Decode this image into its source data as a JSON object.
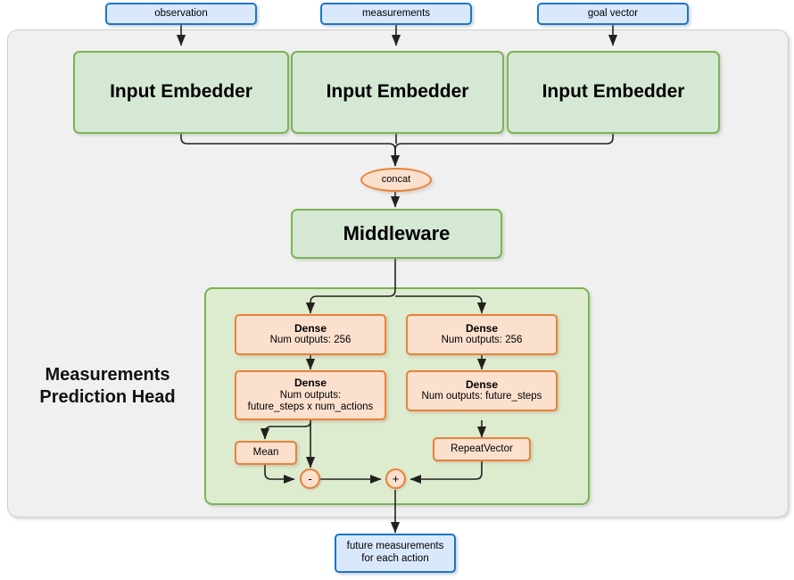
{
  "diagram": {
    "title": "Measurements Prediction Head network architecture",
    "colors": {
      "io_fill": "#dae8fc",
      "io_stroke": "#1c77c3",
      "green_fill": "#d5e8d4",
      "green_stroke": "#7cb356",
      "group_fill": "#ddeccf",
      "orange_fill": "#fbe0ce",
      "orange_stroke": "#ea8136",
      "outer_fill": "#f0f0f0",
      "outer_stroke": "#cdcdcd",
      "edge": "#23211f"
    }
  },
  "inputs": [
    {
      "label": "observation"
    },
    {
      "label": "measurements"
    },
    {
      "label": "goal vector"
    }
  ],
  "embedders": [
    {
      "label": "Input Embedder"
    },
    {
      "label": "Input Embedder"
    },
    {
      "label": "Input Embedder"
    }
  ],
  "concat": {
    "label": "concat"
  },
  "middleware": {
    "label": "Middleware"
  },
  "head": {
    "label_line1": "Measurements",
    "label_line2": "Prediction Head",
    "left_branch": [
      {
        "title": "Dense",
        "line1": "Num outputs: 256",
        "line2": ""
      },
      {
        "title": "Dense",
        "line1": "Num outputs:",
        "line2": "future_steps x num_actions"
      }
    ],
    "right_branch": [
      {
        "title": "Dense",
        "line1": "Num outputs: 256",
        "line2": ""
      },
      {
        "title": "Dense",
        "line1": "Num outputs: future_steps",
        "line2": ""
      }
    ],
    "mean": {
      "label": "Mean"
    },
    "repeat_vector": {
      "label": "RepeatVector"
    },
    "subtract_op": {
      "label": "-"
    },
    "add_op": {
      "label": "+"
    }
  },
  "output": {
    "line1": "future measurements",
    "line2": "for each action"
  }
}
